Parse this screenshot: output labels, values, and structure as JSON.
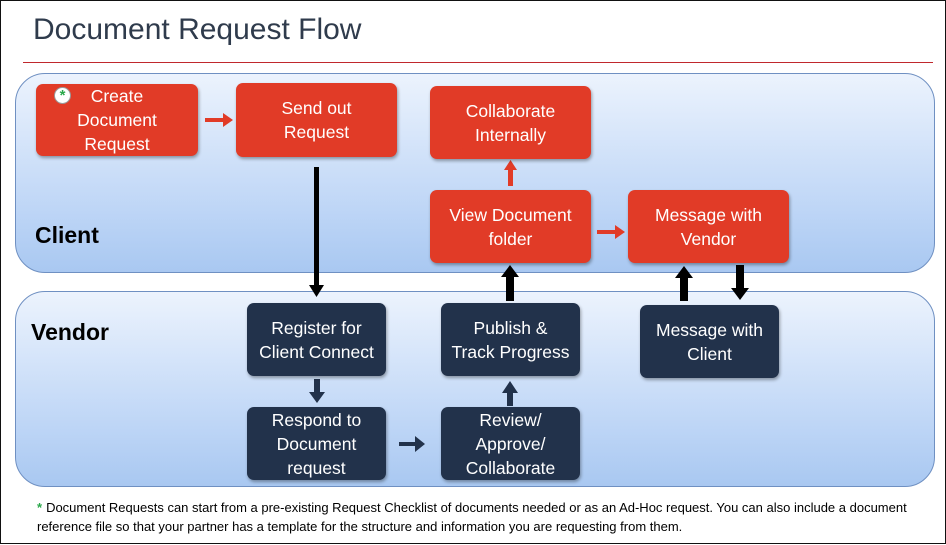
{
  "title": "Document Request Flow",
  "lanes": {
    "client": "Client",
    "vendor": "Vendor"
  },
  "steps": {
    "create": "Create\nDocument\nRequest",
    "send": "Send out\nRequest",
    "collaborate": "Collaborate\nInternally",
    "view": "View Document\nfolder",
    "msg_vendor": "Message with\nVendor",
    "register": "Register for\nClient Connect",
    "respond": "Respond to\nDocument\nrequest",
    "review": "Review/\nApprove/\nCollaborate",
    "publish": "Publish &\nTrack Progress",
    "msg_client": "Message with\nClient"
  },
  "footnote": {
    "marker": "*",
    "text": "Document Requests can start from a pre-existing Request Checklist of documents needed or as an Ad-Hoc request. You can also include a document reference file so that your partner has a template for the structure and information you are requesting from them."
  },
  "colors": {
    "client_box": "#e13b27",
    "vendor_box": "#22324b",
    "title_rule": "#c0282d",
    "marker": "#2aa84a"
  }
}
